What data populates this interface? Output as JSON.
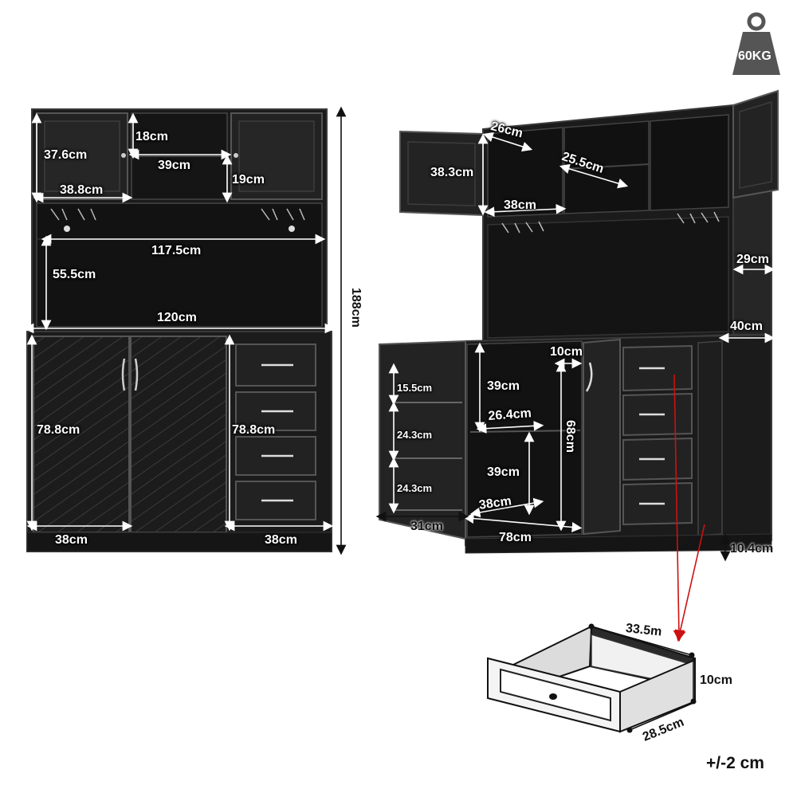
{
  "weight": "60KG",
  "tolerance": "+/-2 cm",
  "front_view": {
    "upper_door_height": "37.6cm",
    "upper_door_width": "38.8cm",
    "center_shelf_top_height": "18cm",
    "center_shelf_width": "39cm",
    "center_shelf_lower_height": "19cm",
    "open_space_width": "117.5cm",
    "open_space_height": "55.5cm",
    "base_width": "120cm",
    "total_height": "188cm",
    "left_cabinet_height": "78.8cm",
    "drawer_column_height": "78.8cm",
    "left_cabinet_width": "38cm",
    "drawer_column_width": "38cm"
  },
  "side_view": {
    "upper_left_door_height": "38.3cm",
    "upper_compartment_depth": "26cm",
    "upper_shelf_depth": "25.5cm",
    "upper_compartment_width": "38cm",
    "hutch_depth": "29cm",
    "base_depth": "40cm",
    "door_inner_spacing": "10cm",
    "door_shelf_1": "15.5cm",
    "door_shelf_2": "24.3cm",
    "door_shelf_3": "24.3cm",
    "inner_top_height": "39cm",
    "inner_shelf_depth": "26.4cm",
    "inner_lower_height": "39cm",
    "inner_bottom_depth": "38cm",
    "inner_full_height": "68cm",
    "door_width": "31cm",
    "base_inner_width": "78cm",
    "leg_height": "10.4cm"
  },
  "drawer": {
    "width": "33.5m",
    "height": "10cm",
    "depth": "28.5cm"
  },
  "colors": {
    "cabinet": "#1b1b1b",
    "cabinet_edge": "#3a3a3a",
    "arrow_red": "#cc1111",
    "weight_badge": "#555555"
  }
}
